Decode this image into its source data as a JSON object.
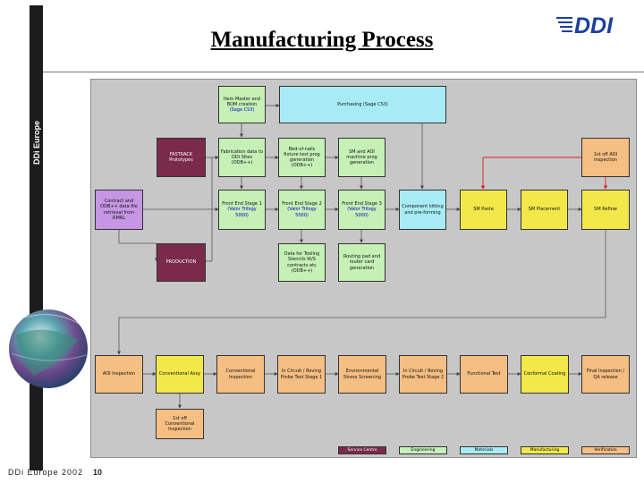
{
  "page": {
    "title": "Manufacturing Process",
    "brand_vertical": "DDi Europe",
    "logo_text": "DDI",
    "footer_left": "DDi Europe 2002",
    "page_number": "10"
  },
  "colors": {
    "sales": "#7a2a4a",
    "engineering": "#c5f0b6",
    "materials": "#a7ecf4",
    "manufacturing": "#f2e84a",
    "verification": "#f5be82",
    "customer": "#c696e4",
    "arrow": "#e01b1b",
    "blue_text": "#0000c8"
  },
  "nodes": {
    "item_master": "Item Master and BOM creation",
    "item_master_sys": "(Sage CS3)",
    "purchasing": "Purchasing (Sage CS3)",
    "fastrack": "FASTRACK Prototypes",
    "fab_data": "Fabrication data to DDi Sites (ODB++)",
    "fixture": "Bed-of-nails fixture test prog generation (ODB++)",
    "smt_aoi": "SM and AOI machine prog generation",
    "first_aoi": "1st off AOI inspection",
    "contract": "Contract and ODB++ data file retrieval from RMRL",
    "fp1": "Front End Stage 1",
    "fp1_sys": "(Valor Trilogy 5000)",
    "fp2": "Front End Stage 2",
    "fp2_sys": "(Valor Trilogy 5000)",
    "fp3": "Front End Stage 3",
    "fp3_sys": "(Valor Trilogy 5000)",
    "kitting": "Component kitting and pre-forming",
    "sm_paste": "SM Paste",
    "sm_place": "SM Placement",
    "sm_reflow": "SM Reflow",
    "production": "PRODUCTION",
    "stencils": "Data for Tooling Stencils W/S contracts etc (ODB++)",
    "routing": "Routing pad and router card generation",
    "aoi_insp": "AOI Inspection",
    "conv_assy": "Conventional Assy",
    "conv_insp": "Conventional Inspection",
    "ict1": "In Circuit / Roving Probe Test Stage 1",
    "env": "Environmental Stress Screening",
    "ict2": "In Circuit / Roving Probe Test Stage 2",
    "func": "Functional Test",
    "coat": "Conformal Coating",
    "final": "Final Inspection / QA release",
    "first_conv": "1st off Conventional Inspection"
  },
  "legend": [
    {
      "label": "Service Centre",
      "color": "#7a2a4a",
      "text_color": "#ffffff"
    },
    {
      "label": "Engineering",
      "color": "#c5f0b6",
      "text_color": "#111111"
    },
    {
      "label": "Materials",
      "color": "#a7ecf4",
      "text_color": "#111111"
    },
    {
      "label": "Manufacturing",
      "color": "#f2e84a",
      "text_color": "#111111"
    },
    {
      "label": "Verification",
      "color": "#f5be82",
      "text_color": "#111111"
    }
  ]
}
